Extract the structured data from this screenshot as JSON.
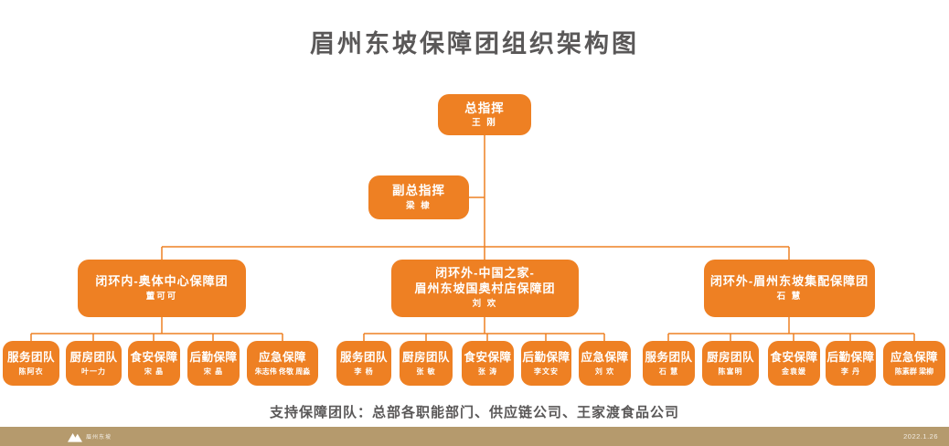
{
  "title": "眉州东坡保障团组织架构图",
  "colors": {
    "accent": "#EE8023",
    "footer_bar": "#B59A6D",
    "heading_text": "#5A5858"
  },
  "org": {
    "root": {
      "title": "总指挥",
      "name": "王 刚"
    },
    "deputy": {
      "title": "副总指挥",
      "name": "梁 棣"
    },
    "branches": [
      {
        "title": "闭环内-奥体中心保障团",
        "name": "董可可",
        "teams": [
          {
            "title": "服务团队",
            "name": "陈阿衣"
          },
          {
            "title": "厨房团队",
            "name": "叶一力"
          },
          {
            "title": "食安保障",
            "name": "宋 晶"
          },
          {
            "title": "后勤保障",
            "name": "宋 晶"
          },
          {
            "title": "应急保障",
            "name": "朱志伟 佟敬 周淼"
          }
        ]
      },
      {
        "title": "闭环外-中国之家-",
        "title2": "眉州东坡国奥村店保障团",
        "name": "刘 欢",
        "teams": [
          {
            "title": "服务团队",
            "name": "李 杨"
          },
          {
            "title": "厨房团队",
            "name": "张 敏"
          },
          {
            "title": "食安保障",
            "name": "张 涛"
          },
          {
            "title": "后勤保障",
            "name": "李文安"
          },
          {
            "title": "应急保障",
            "name": "刘 欢"
          }
        ]
      },
      {
        "title": "闭环外-眉州东坡集配保障团",
        "name": "石 慧",
        "teams": [
          {
            "title": "服务团队",
            "name": "石 慧"
          },
          {
            "title": "厨房团队",
            "name": "陈富明"
          },
          {
            "title": "食安保障",
            "name": "金袁媛"
          },
          {
            "title": "后勤保障",
            "name": "李 丹"
          },
          {
            "title": "应急保障",
            "name": "陈素群 梁柳"
          }
        ]
      }
    ]
  },
  "support_note": "支持保障团队：总部各职能部门、供应链公司、王家渡食品公司",
  "footer": {
    "logo_text": "眉州东坡",
    "date": "2022.1.26"
  }
}
